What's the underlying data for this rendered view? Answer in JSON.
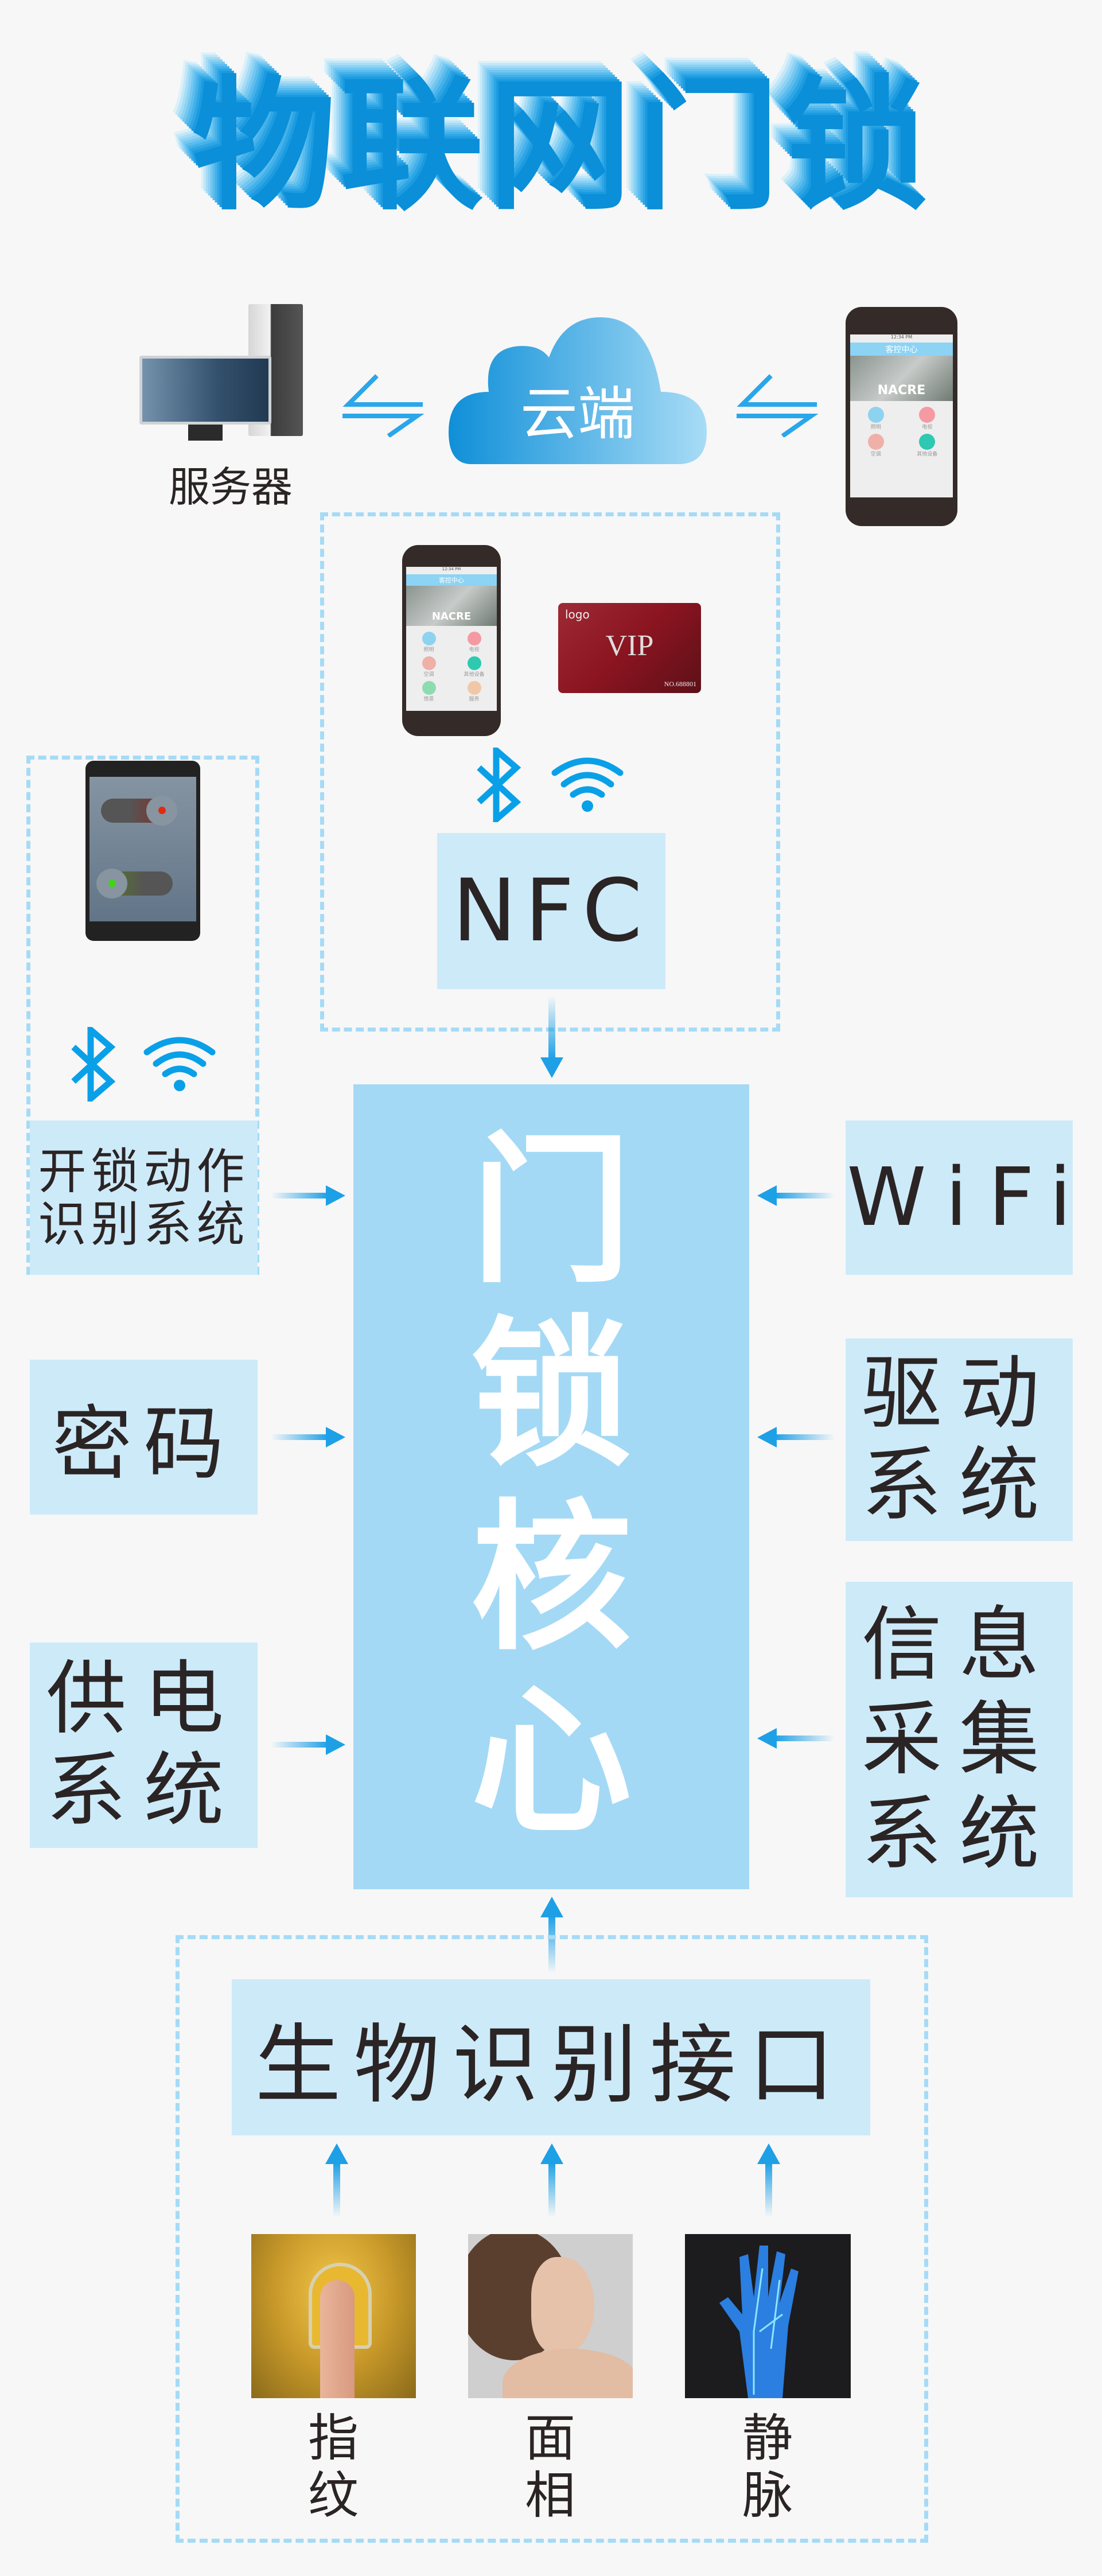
{
  "title": "物联网门锁",
  "server": {
    "label": "服务器"
  },
  "cloud": {
    "label": "云端"
  },
  "app": {
    "status_time": "12:34 PM",
    "header": "客控中心",
    "brand": "NACRE",
    "items": [
      "照明",
      "电视",
      "空调",
      "其他设备",
      "情景",
      "服务"
    ]
  },
  "vip_card": {
    "logo": "logo",
    "title": "VIP",
    "number": "NO.688801"
  },
  "nfc": {
    "label": "NFC"
  },
  "unlock_action": {
    "line1": "开锁动作",
    "line2": "识别系统"
  },
  "core": {
    "chars": [
      "门",
      "锁",
      "核",
      "心"
    ]
  },
  "wifi_box": {
    "label": "WiFi"
  },
  "password": {
    "label": "密码"
  },
  "drive": {
    "line1": "驱动",
    "line2": "系统"
  },
  "power": {
    "line1": "供电",
    "line2": "系统"
  },
  "info": {
    "line1": "信息",
    "line2": "采集",
    "line3": "系统"
  },
  "bio": {
    "label": "生物识别接口",
    "items": [
      {
        "l1": "指",
        "l2": "纹"
      },
      {
        "l1": "面",
        "l2": "相"
      },
      {
        "l1": "静",
        "l2": "脉"
      }
    ]
  },
  "colors": {
    "accent": "#1ea0e6",
    "box": "#cdeaf9",
    "core": "#a3d9f5",
    "title": "#0a8fd8"
  }
}
